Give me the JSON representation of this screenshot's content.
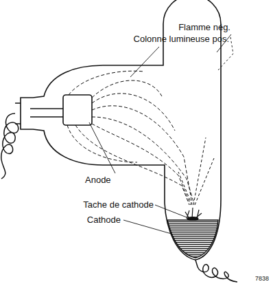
{
  "diagram": {
    "labels": [
      "Flamme nég.",
      "Colonne lumineuse pos.",
      "Anode",
      "Tache de cathode",
      "Cathode",
      "7838"
    ]
  }
}
